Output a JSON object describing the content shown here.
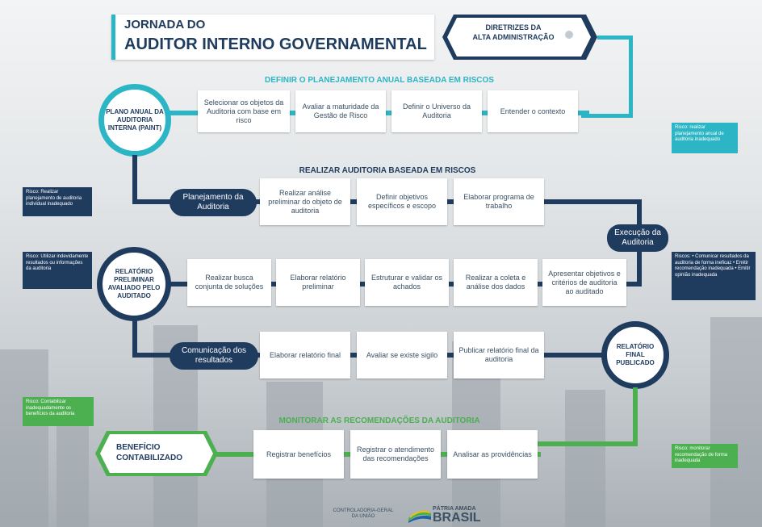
{
  "title": {
    "line1": "JORNADA DO",
    "line2": "AUDITOR INTERNO GOVERNAMENTAL"
  },
  "diretrizes": {
    "line1": "DIRETRIZES DA",
    "line2": "ALTA ADMINISTRAÇÃO"
  },
  "sections": {
    "planejamento": "DEFINIR O PLANEJAMENTO ANUAL BASEADA EM RISCOS",
    "auditoria": "REALIZAR AUDITORIA BASEADA EM RISCOS",
    "monitorar": "MONITORAR AS RECOMENDAÇÕES DA AUDITORIA"
  },
  "circles": {
    "paint": "PLANO ANUAL DA AUDITORIA INTERNA (PAINT)",
    "relatorio_preliminar": "RELATÓRIO PRELIMINAR AVALIADO PELO AUDITADO",
    "relatorio_final": "RELATÓRIO FINAL PUBLICADO"
  },
  "row1": [
    "Selecionar os objetos da Auditoria com base em risco",
    "Avaliar a maturidade da Gestão de Risco",
    "Definir o Universo da Auditoria",
    "Entender o contexto"
  ],
  "row2": {
    "pill": "Planejamento da Auditoria",
    "boxes": [
      "Realizar análise preliminar do objeto de auditoria",
      "Definir objetivos específicos e escopo",
      "Elaborar programa de trabalho"
    ]
  },
  "execucao": "Execução da Auditoria",
  "row3": [
    "Realizar busca conjunta de soluções",
    "Elaborar relatório preliminar",
    "Estruturar e validar os achados",
    "Realizar a coleta e análise dos dados",
    "Apresentar objetivos e critérios de auditoria ao auditado"
  ],
  "row4": {
    "pill": "Comunicação dos resultados",
    "boxes": [
      "Elaborar relatório final",
      "Avaliar se existe sigilo",
      "Publicar relatório final da auditoria"
    ]
  },
  "row5": {
    "end": "BENEFÍCIO CONTABILIZADO",
    "boxes": [
      "Registrar benefícios",
      "Registrar o atendimento das recomendações",
      "Analisar as providências"
    ]
  },
  "risks": {
    "r1": "Risco: realizar planejamento anual de auditoria inadequado",
    "r2": "Risco: Realizar planejamento de auditoria individual inadequado",
    "r3": "Risco: Utilizar indevidamente resultados ou informações da auditoria",
    "r4": "Riscos: • Comunicar resultados da auditoria de forma ineficaz • Emitir recomendação inadequada • Emitir opinião inadequada",
    "r5": "Risco: Contabilizar inadequadamente os benefícios da auditoria",
    "r6": "Risco: monitorar recomendação de forma inadequada"
  },
  "footer": {
    "cgu": "CONTROLADORIA-GERAL DA UNIÃO",
    "brand_small": "PÁTRIA AMADA",
    "brand_big": "BRASIL"
  },
  "colors": {
    "navy": "#1f3b5e",
    "teal": "#2cb5c4",
    "green": "#4caf50",
    "title": "#1f3b5e"
  },
  "icons": [
    "lightbulb-icon",
    "brazil-flag-logo"
  ]
}
